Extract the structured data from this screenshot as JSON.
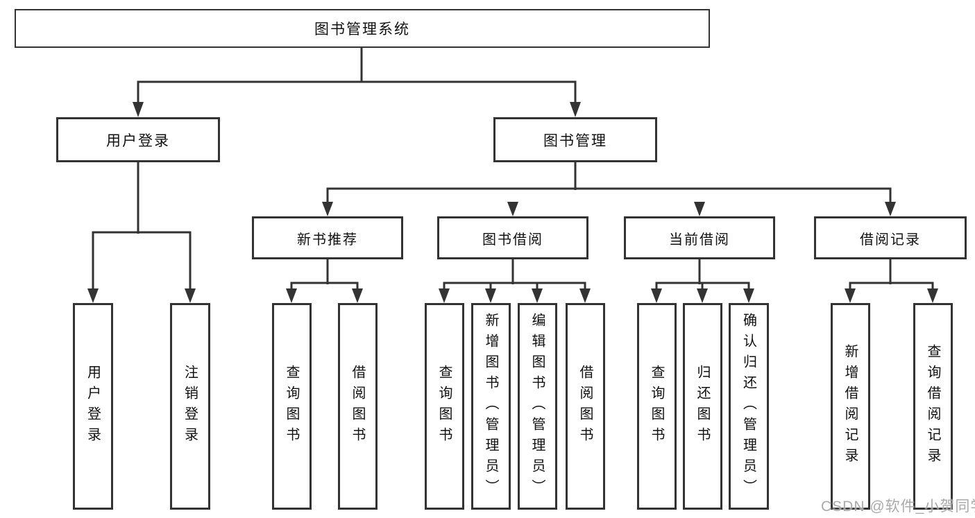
{
  "diagram": {
    "title_node": "图书管理系统",
    "level2": {
      "user_login": "用户登录",
      "book_management": "图书管理"
    },
    "level3": {
      "new_books": "新书推荐",
      "borrowing": "图书借阅",
      "current": "当前借阅",
      "records": "借阅记录"
    },
    "leaves": {
      "user_login": [
        "用户登录",
        "注销登录"
      ],
      "new_books": [
        "查询图书",
        "借阅图书"
      ],
      "borrowing": [
        "查询图书",
        "新增图书（管理员）",
        "编辑图书（管理员）",
        "借阅图书"
      ],
      "current": [
        "查询图书",
        "归还图书",
        "确认归还（管理员）"
      ],
      "records": [
        "新增借阅记录",
        "查询借阅记录"
      ]
    }
  },
  "watermark": "CSDN @软件_小贺同学",
  "colors": {
    "line": "#333333",
    "box_border": "#333333",
    "box_background": "#ffffff",
    "text": "#111111",
    "watermark": "#9e9e9e",
    "background": "#ffffff"
  }
}
